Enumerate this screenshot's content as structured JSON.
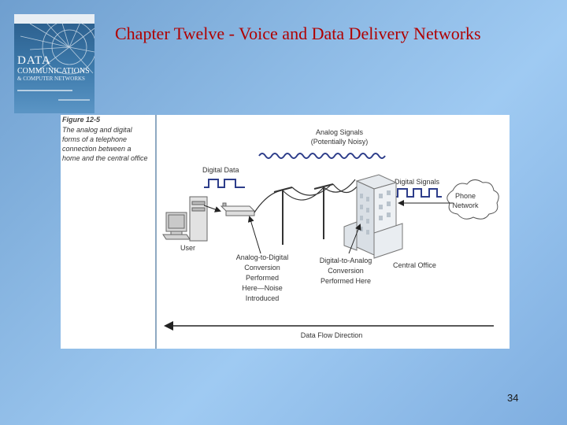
{
  "slide": {
    "title": "Chapter Twelve - Voice and Data Delivery Networks",
    "page_number": "34"
  },
  "book": {
    "title_1": "DATA",
    "title_2": "COMMUNICATIONS",
    "title_3": "& COMPUTER NETWORKS"
  },
  "figure": {
    "number": "Figure 12-5",
    "caption": "The analog and digital forms of a telephone connection between a home and the central office",
    "labels": {
      "analog_signals_1": "Analog Signals",
      "analog_signals_2": "(Potentially Noisy)",
      "digital_data": "Digital Data",
      "digital_signals": "Digital Signals",
      "phone_network_1": "Phone",
      "phone_network_2": "Network",
      "user": "User",
      "a2d_1": "Analog-to-Digital",
      "a2d_2": "Conversion",
      "a2d_3": "Performed",
      "a2d_4": "Here—Noise",
      "a2d_5": "Introduced",
      "d2a_1": "Digital-to-Analog",
      "d2a_2": "Conversion",
      "d2a_3": "Performed Here",
      "central_office": "Central Office",
      "data_flow": "Data Flow Direction"
    }
  }
}
